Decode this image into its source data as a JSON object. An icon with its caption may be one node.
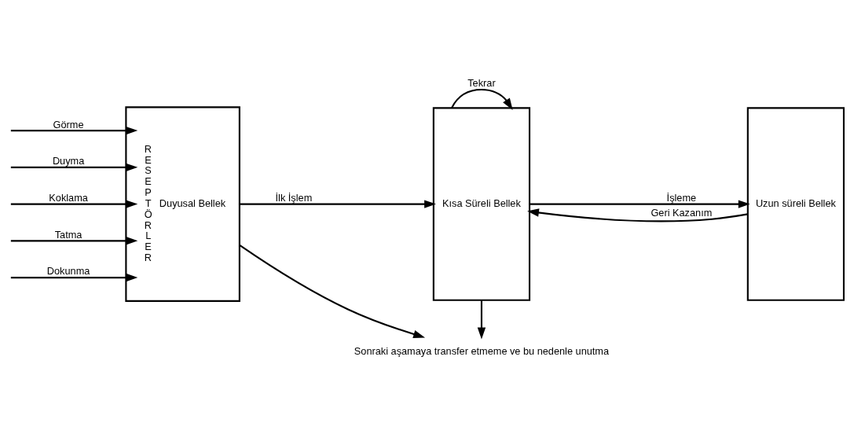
{
  "diagram": {
    "nodes": [
      {
        "text": [
          "RESEPTÖRLER",
          "Duyusal Bellek"
        ]
      },
      {
        "text": [
          "Kısa Süreli Bellek"
        ]
      },
      {
        "text": [
          "Uzun süreli Bellek"
        ]
      },
      {
        "text": [
          "Sonraki aşamaya transfer etmeme ve bu nedenle unutma"
        ]
      }
    ],
    "edges": [
      {
        "from": null,
        "to": 0,
        "arrow": "to",
        "label": "Görme"
      },
      {
        "from": null,
        "to": 0,
        "arrow": "to",
        "label": "Duyma"
      },
      {
        "from": null,
        "to": 0,
        "arrow": "to",
        "label": "Koklama"
      },
      {
        "from": null,
        "to": 0,
        "arrow": "to",
        "label": "Tatma"
      },
      {
        "from": null,
        "to": 0,
        "arrow": "to",
        "label": "Dokunma"
      },
      {
        "from": 0,
        "to": 1,
        "arrow": "to",
        "label": "İlk İşlem"
      },
      {
        "from": 1,
        "to": 1,
        "arrow": "to",
        "label": "Tekrar"
      },
      {
        "from": 1,
        "to": 2,
        "arrow": "to",
        "label": "İşleme"
      },
      {
        "from": 2,
        "to": 1,
        "arrow": "to",
        "label": "Geri Kazanım"
      },
      {
        "from": 0,
        "to": 3,
        "arrow": "to"
      },
      {
        "from": 1,
        "to": 3,
        "arrow": "to"
      }
    ]
  }
}
